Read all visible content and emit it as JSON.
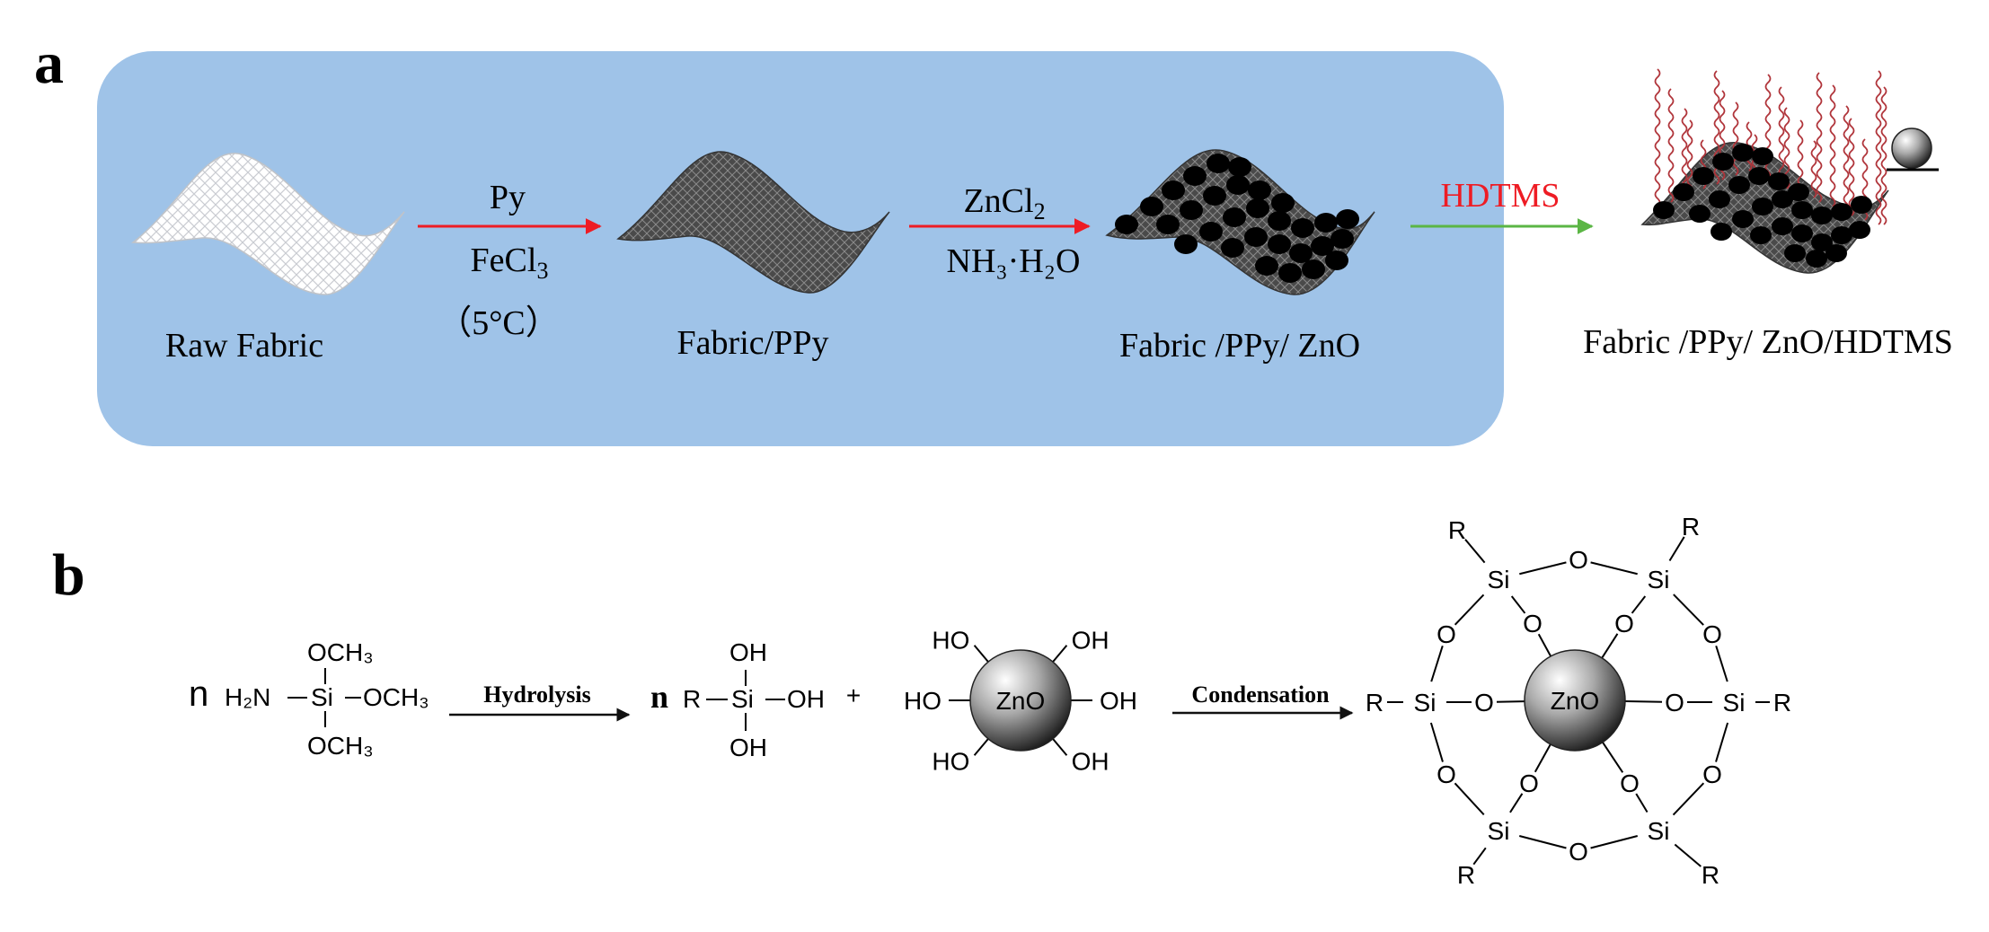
{
  "colors": {
    "panel_bg": "#9fc3e8",
    "red_arrow": "#ee1c24",
    "green_arrow": "#5bb645",
    "hdtms_text": "#ee1c24",
    "chain_color": "#b0343a"
  },
  "panel_a": {
    "letter": "a",
    "stages": {
      "raw": "Raw Fabric",
      "ppy": "Fabric/PPy",
      "zno": "Fabric /PPy/ ZnO",
      "hdtms": "Fabric /PPy/ ZnO/HDTMS"
    },
    "step1": {
      "top": "Py",
      "middle": "FeCl",
      "middle_sub": "3",
      "bottom": "（5°C）"
    },
    "step2": {
      "top": "ZnCl",
      "top_sub": "2",
      "bottom": "NH₃·H₂O"
    },
    "step3": {
      "label": "HDTMS"
    },
    "icons": [
      "raw-fabric-icon",
      "ppy-fabric-icon",
      "zno-fabric-icon",
      "hdtms-fabric-icon",
      "water-droplet-icon"
    ]
  },
  "panel_b": {
    "letter": "b",
    "n1": "n",
    "silane": {
      "left": "H₂N",
      "si": "Si",
      "top": "OCH₃",
      "right": "OCH₃",
      "bottom": "OCH₃"
    },
    "hydrolysis": "Hydrolysis",
    "n2": "n",
    "silanol": {
      "r": "R",
      "si": "Si",
      "top": "OH",
      "right": "OH",
      "bottom": "OH"
    },
    "plus": "+",
    "zno_particle": {
      "core": "ZnO",
      "hydroxyl": "OH",
      "hydroxyl_left": "HO"
    },
    "condensation": "Condensation",
    "product": {
      "core": "ZnO",
      "si": "Si",
      "o": "O",
      "r": "R"
    }
  }
}
